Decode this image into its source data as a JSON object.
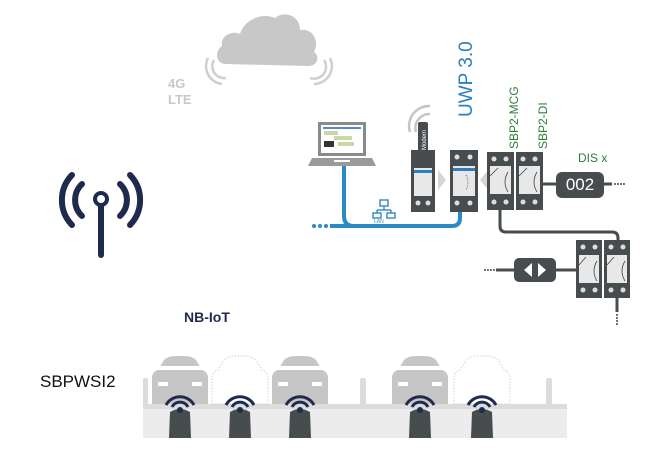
{
  "diagram": {
    "labels": {
      "cellular": "4G\nLTE",
      "cellular_line1": "4G",
      "cellular_line2": "LTE",
      "nbiot": "NB-IoT",
      "sensor": "SBPWSI2",
      "gateway": "UWP 3.0",
      "module_mcg": "SBP2-MCG",
      "module_di": "SBP2-DI",
      "display_name": "DIS x",
      "display_value": "002",
      "modem": "Modem",
      "lan": "LAN"
    },
    "icons": [
      "cloud-icon",
      "antenna-icon",
      "laptop-icon",
      "network-icon",
      "modem-icon",
      "car-icon",
      "sensor-icon",
      "arrows-icon"
    ],
    "parking_bays": [
      {
        "occupied": true
      },
      {
        "occupied": false
      },
      {
        "occupied": true
      },
      {
        "occupied": true
      },
      {
        "occupied": false
      }
    ],
    "colors": {
      "accent_blue": "#2a7fc1",
      "dark_navy": "#1f2a4f",
      "device_gray": "#4a4f52",
      "label_green": "#2e7d3a",
      "cloud_gray": "#c8c8c8"
    }
  }
}
